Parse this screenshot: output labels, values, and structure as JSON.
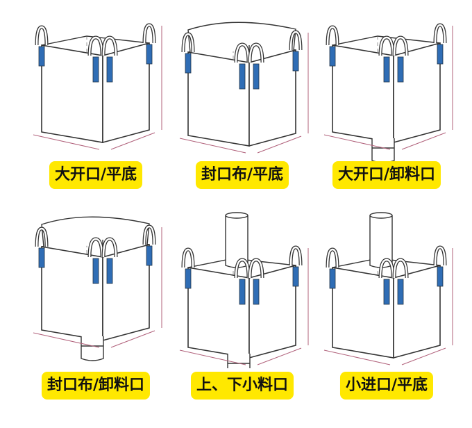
{
  "bags": [
    {
      "label": "大开口/平底"
    },
    {
      "label": "封口布/平底"
    },
    {
      "label": "大开口/卸料口"
    },
    {
      "label": "封口布/卸料口"
    },
    {
      "label": "上、下小料口"
    },
    {
      "label": "小进口/平底"
    }
  ],
  "colors": {
    "label_bg": "#ffe800",
    "strap": "#2f6db5",
    "outline": "#333333",
    "dimension": "#b0607a"
  }
}
